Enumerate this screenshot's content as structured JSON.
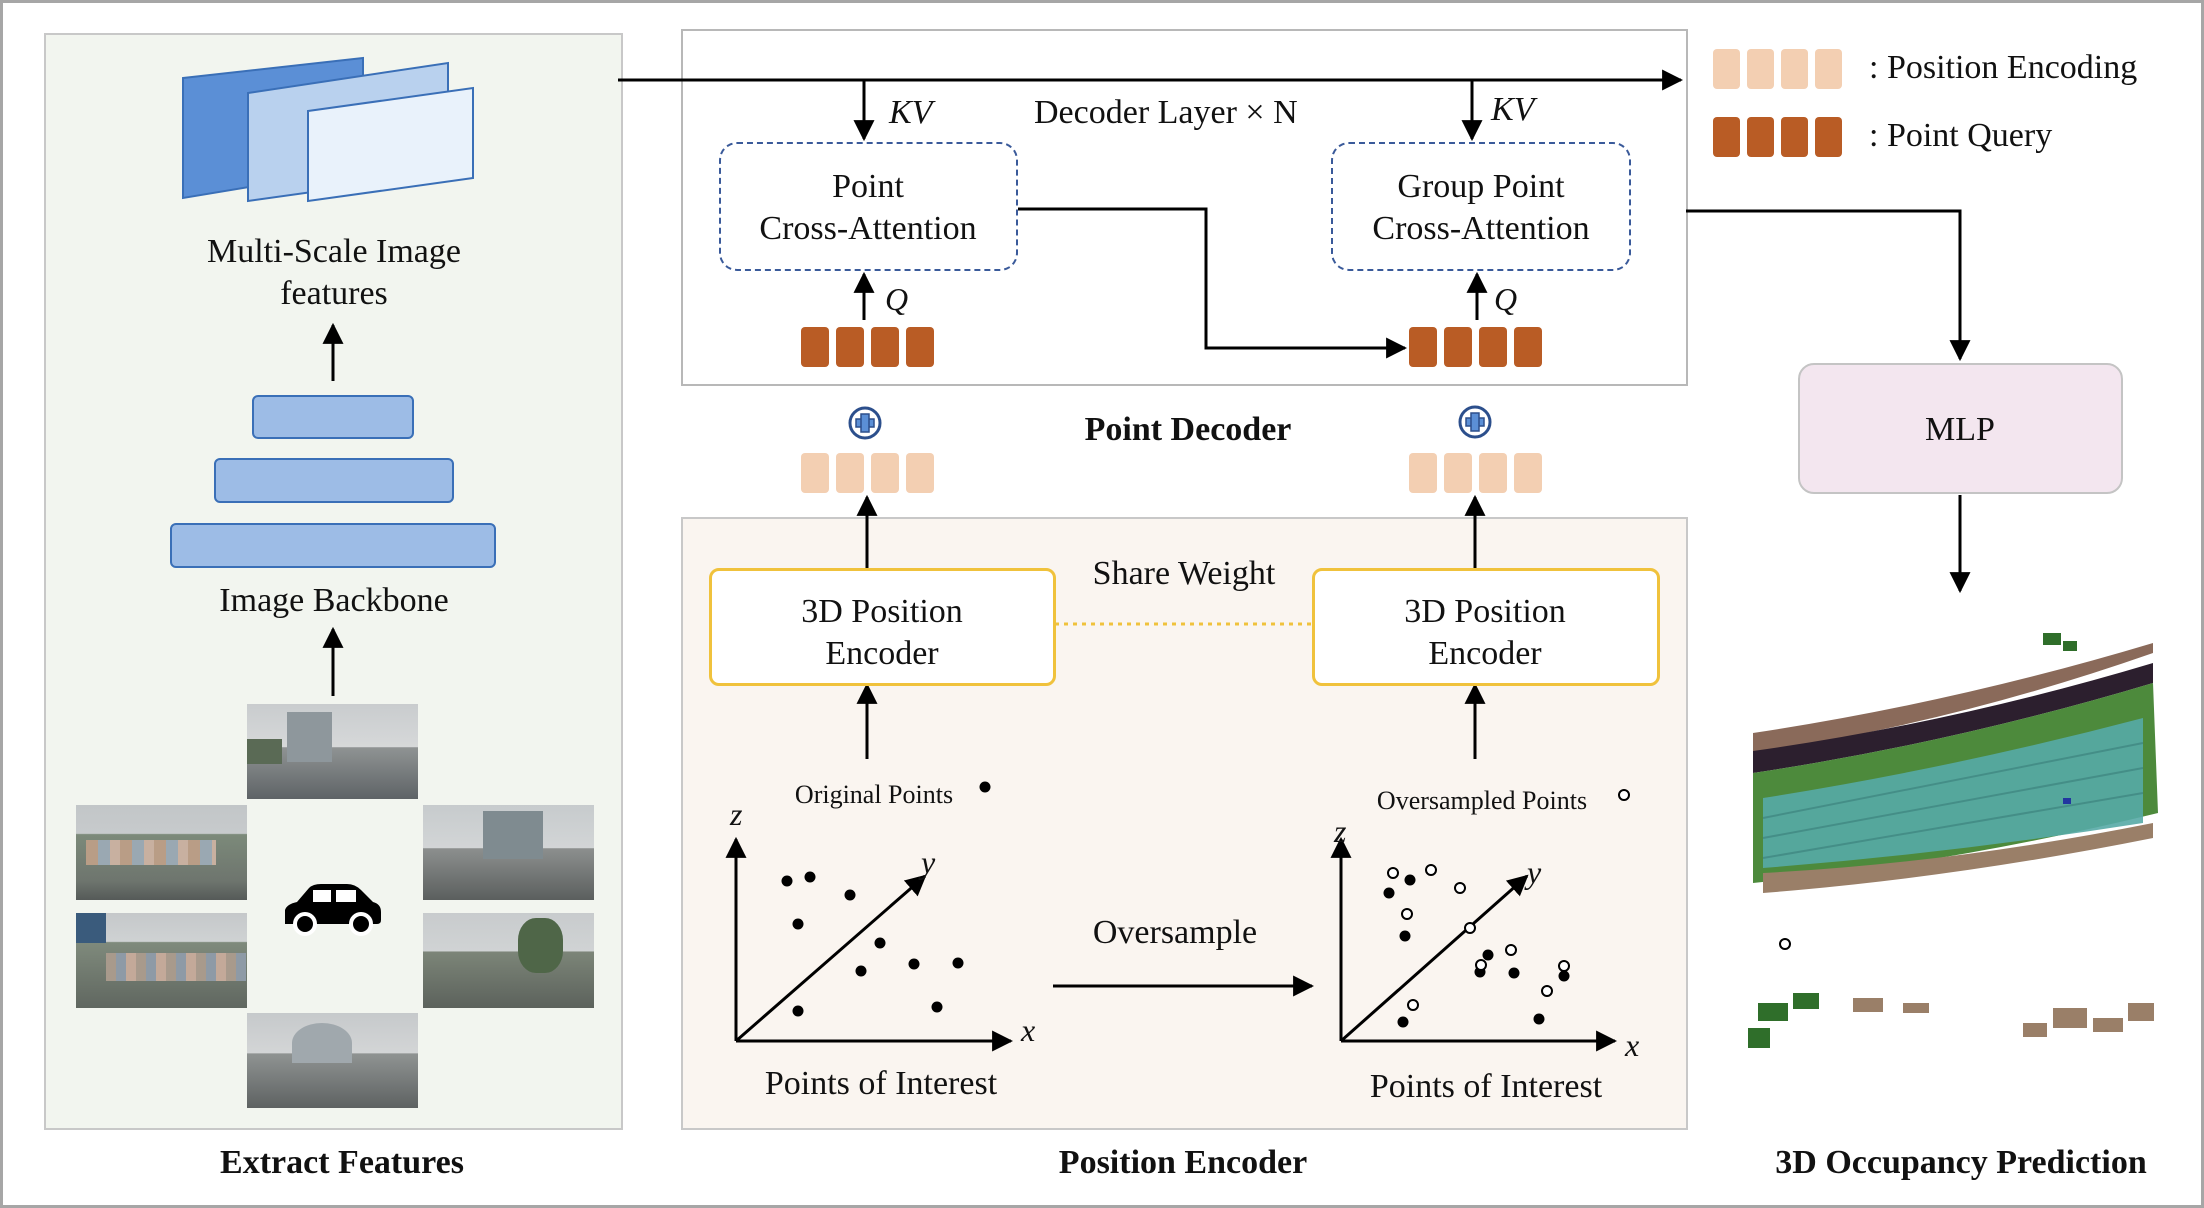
{
  "panels": {
    "extract_features": "Extract Features",
    "position_encoder": "Position Encoder",
    "occupancy_prediction": "3D Occupancy Prediction"
  },
  "extract": {
    "features_line1": "Multi-Scale Image",
    "features_line2": "features",
    "backbone": "Image Backbone"
  },
  "decoder": {
    "title": "Point Decoder",
    "layer_label": "Decoder Layer × N",
    "kv": "KV",
    "q": "Q",
    "pca_line1": "Point",
    "pca_line2": "Cross-Attention",
    "gpca_line1": "Group Point",
    "gpca_line2": "Cross-Attention"
  },
  "legend": {
    "position_encoding": ":  Position Encoding",
    "point_query": ":  Point Query"
  },
  "encoder": {
    "pe_line1": "3D Position",
    "pe_line2": "Encoder",
    "share_weight": "Share Weight",
    "original_points": "Original Points",
    "oversampled_points": "Oversampled Points",
    "oversample": "Oversample",
    "points_of_interest": "Points of Interest",
    "axis_x": "x",
    "axis_y": "y",
    "axis_z": "z"
  },
  "mlp": "MLP",
  "colors": {
    "position_encoding": "#f3cfb2",
    "point_query": "#b95c25",
    "attention_border": "#3a5a9a",
    "encoder_border": "#f0c23c",
    "mlp_fill": "#f3e6ef",
    "panel_fill": "#f2f5ef",
    "encoder_panel_fill": "#faf5f0"
  },
  "icons": [
    "car-icon",
    "plus-icon",
    "image-feature-maps",
    "camera-views",
    "occupancy-point-cloud"
  ]
}
